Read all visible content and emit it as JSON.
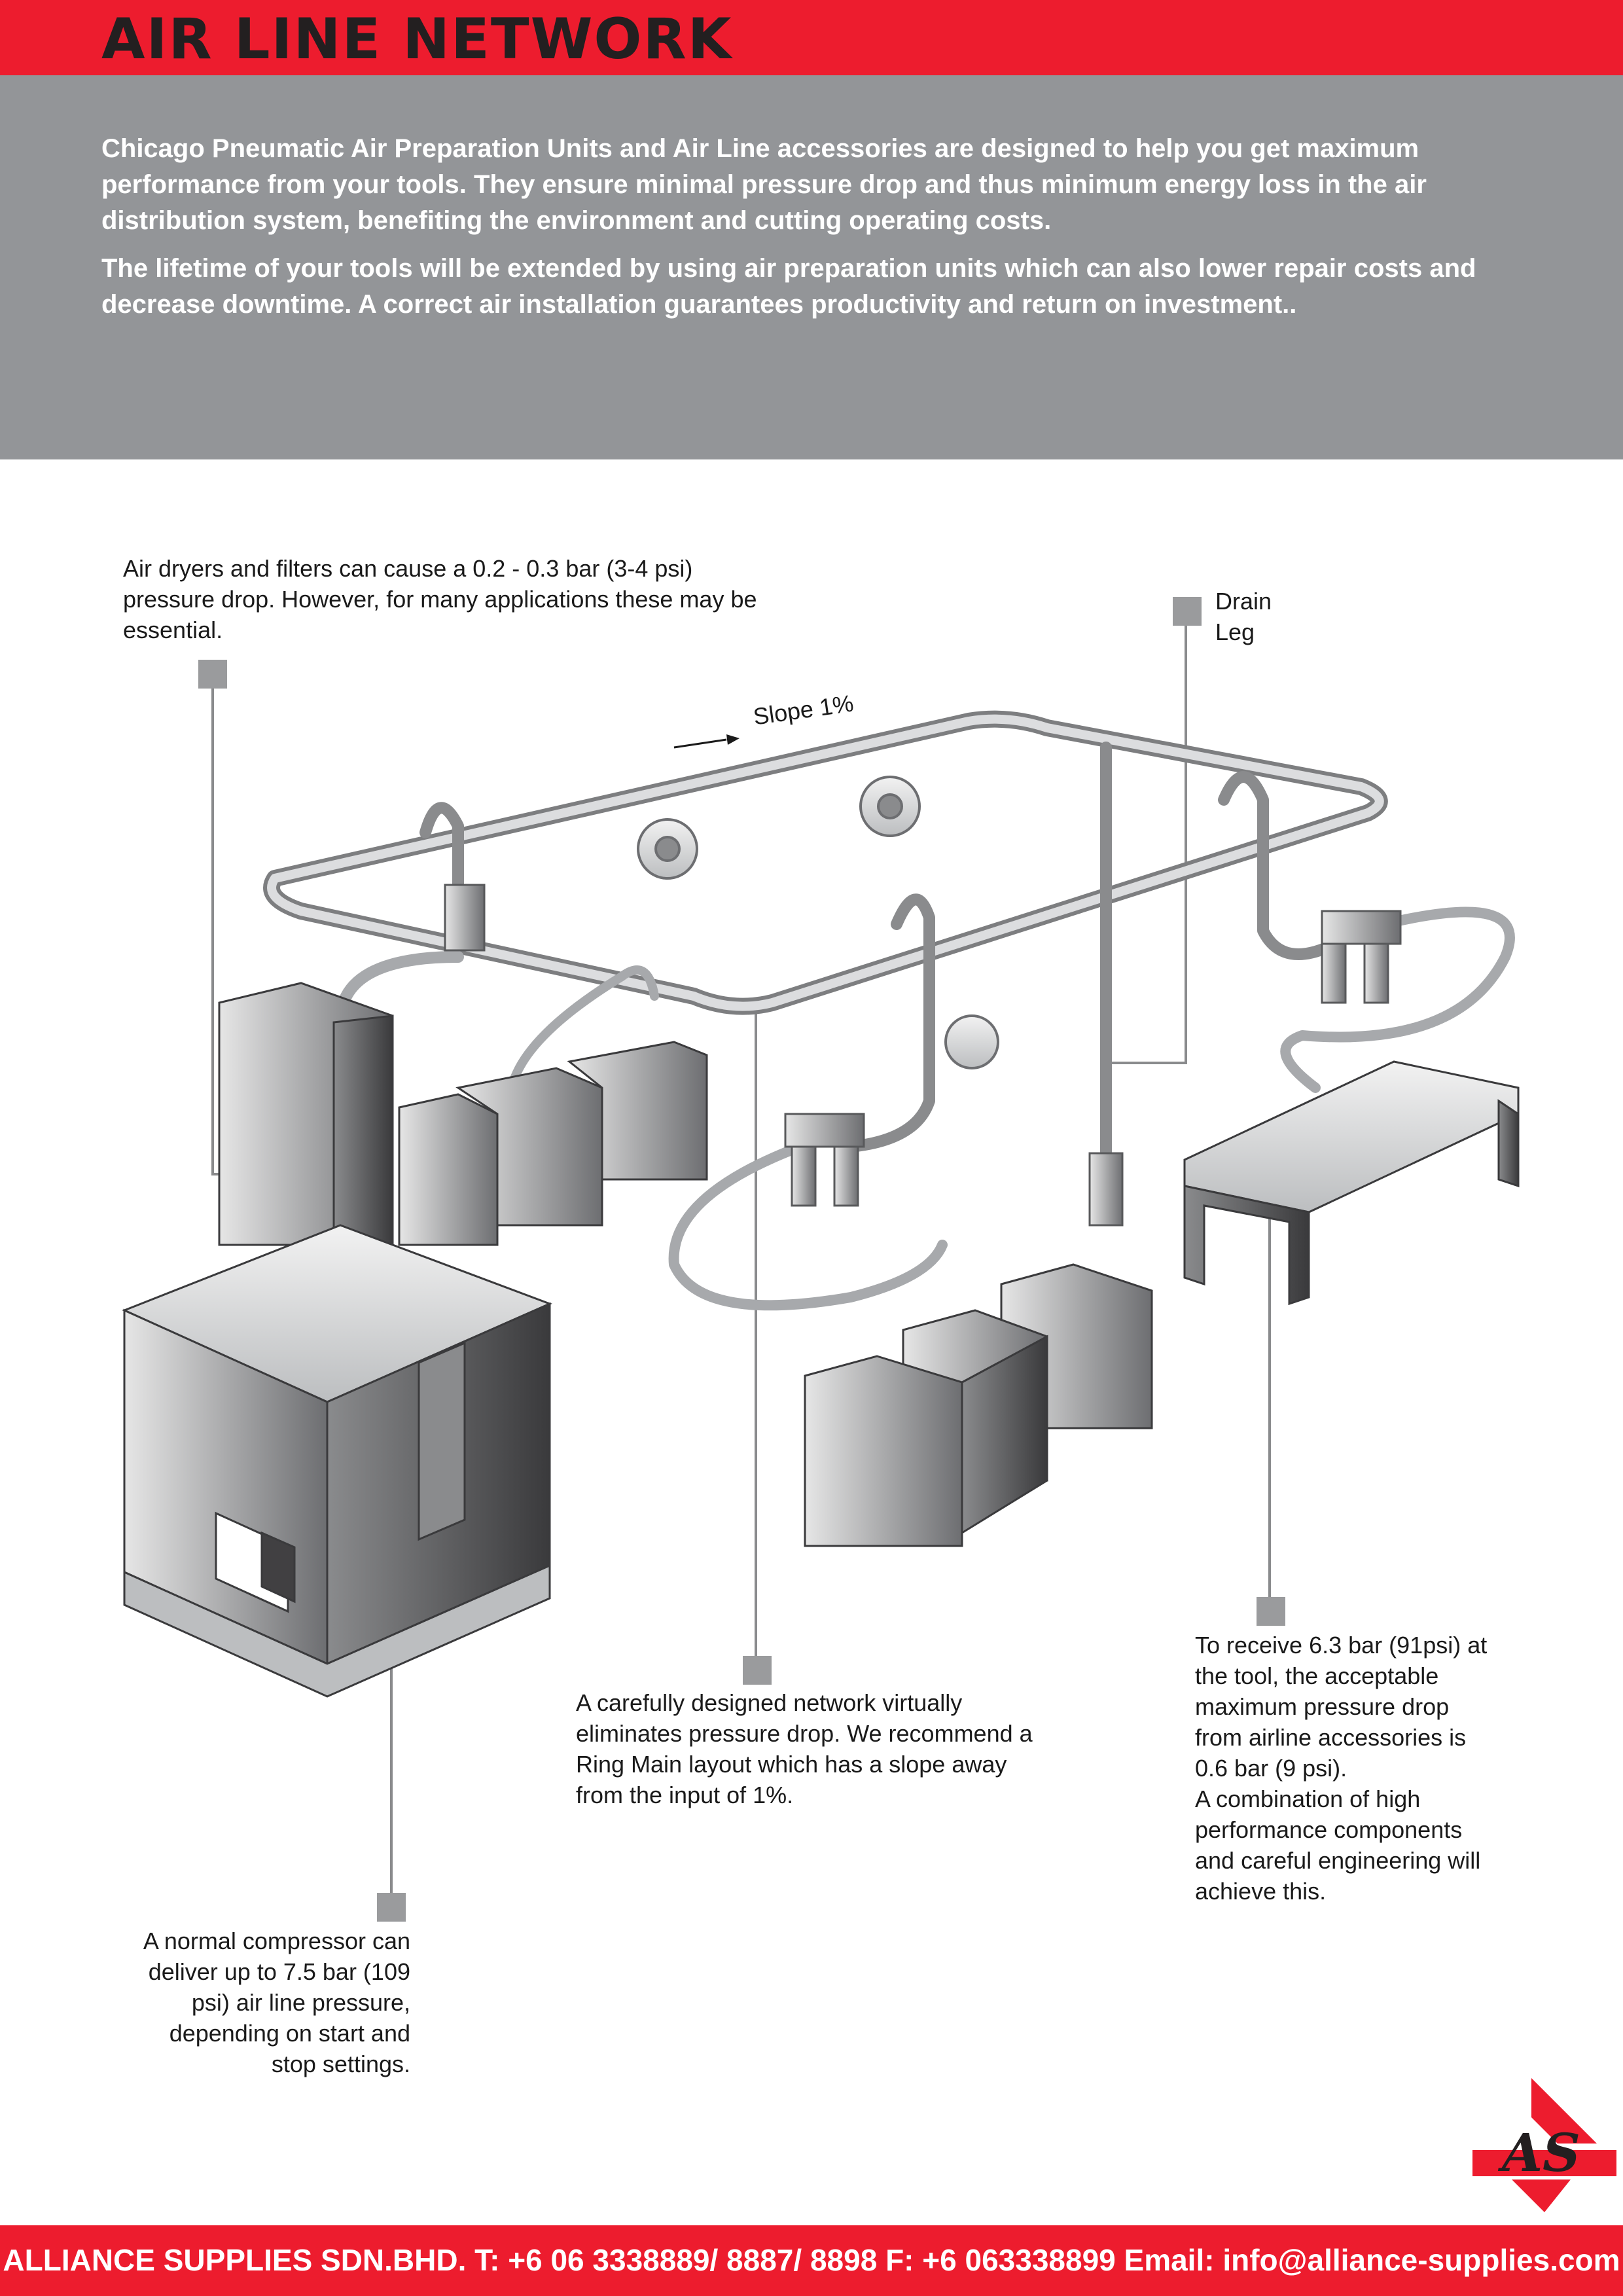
{
  "header": {
    "title": "AIR LINE NETWORK"
  },
  "intro": {
    "paragraphs": [
      "Chicago Pneumatic Air Preparation Units and Air Line accessories are designed to help you get maximum performance from your tools. They ensure minimal pressure drop and thus minimum energy loss in the air distribution system, benefiting the environment and cutting operating costs.",
      "The lifetime of your tools will be extended by using air preparation units which can also lower repair costs and decrease downtime. A correct air installation guarantees productivity and return on investment.."
    ]
  },
  "diagram": {
    "callouts": {
      "dryers": "Air dryers and filters can cause a 0.2 - 0.3 bar (3-4 psi) pressure drop. However, for many applications these may be essential.",
      "drain_leg": "Drain Leg",
      "slope": "Slope 1%",
      "network": "A carefully designed network virtually eliminates pressure drop. We recommend a Ring Main layout which has a slope away from the input of 1%.",
      "tool_pressure_a": "To receive 6.3 bar (91psi) at the tool, the acceptable maximum pressure drop from airline accessories is 0.6 bar (9 psi).",
      "tool_pressure_b": "A combination of high performance components and careful engineering will achieve this.",
      "compressor": "A normal compressor can deliver up to 7.5 bar (109 psi) air line pressure, depending on start and stop settings."
    }
  },
  "footer": {
    "text": "ALLIANCE SUPPLIES SDN.BHD. T: +6 06 3338889/ 8887/ 8898 F: +6 063338899 Email: info@alliance-supplies.com"
  },
  "logo": {
    "lettering": "AS"
  },
  "colors": {
    "brand_red": "#ed1c2e",
    "band_grey": "#939598",
    "title_dark": "#231f20"
  }
}
